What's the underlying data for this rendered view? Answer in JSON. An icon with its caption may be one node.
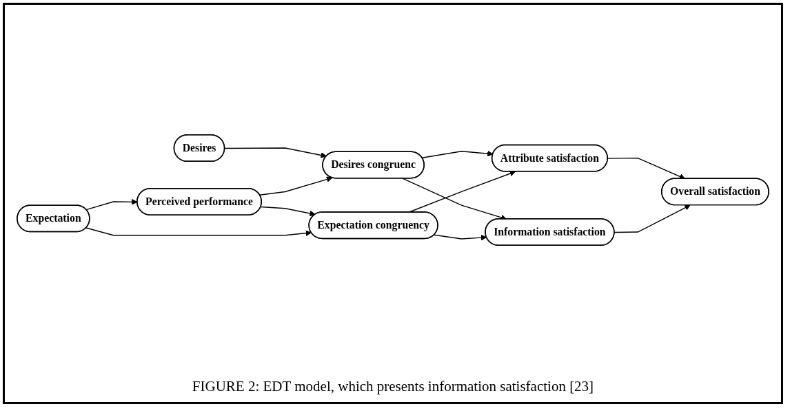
{
  "diagram": {
    "caption": "FIGURE 2: EDT model, which presents information satisfaction [23]",
    "nodes": [
      {
        "text": [
          "Desires"
        ]
      },
      {
        "text": [
          "Perceived performance"
        ]
      },
      {
        "text": [
          "Expectation"
        ]
      },
      {
        "text": [
          "Desires congruenc"
        ]
      },
      {
        "text": [
          "Expectation congruency"
        ]
      },
      {
        "text": [
          "Attribute satisfaction"
        ]
      },
      {
        "text": [
          "Information satisfaction"
        ]
      },
      {
        "text": [
          "Overall satisfaction"
        ]
      }
    ],
    "edges": [
      {
        "from": 0,
        "to": 3,
        "arrow": "to"
      },
      {
        "from": 1,
        "to": 3,
        "arrow": "to"
      },
      {
        "from": 1,
        "to": 4,
        "arrow": "to"
      },
      {
        "from": 2,
        "to": 1,
        "arrow": "to"
      },
      {
        "from": 2,
        "to": 4,
        "arrow": "to"
      },
      {
        "from": 3,
        "to": 5,
        "arrow": "to"
      },
      {
        "from": 3,
        "to": 6,
        "arrow": "to"
      },
      {
        "from": 4,
        "to": 5,
        "arrow": "to"
      },
      {
        "from": 4,
        "to": 6,
        "arrow": "to"
      },
      {
        "from": 5,
        "to": 7,
        "arrow": "to"
      },
      {
        "from": 6,
        "to": 7,
        "arrow": "to"
      }
    ]
  }
}
